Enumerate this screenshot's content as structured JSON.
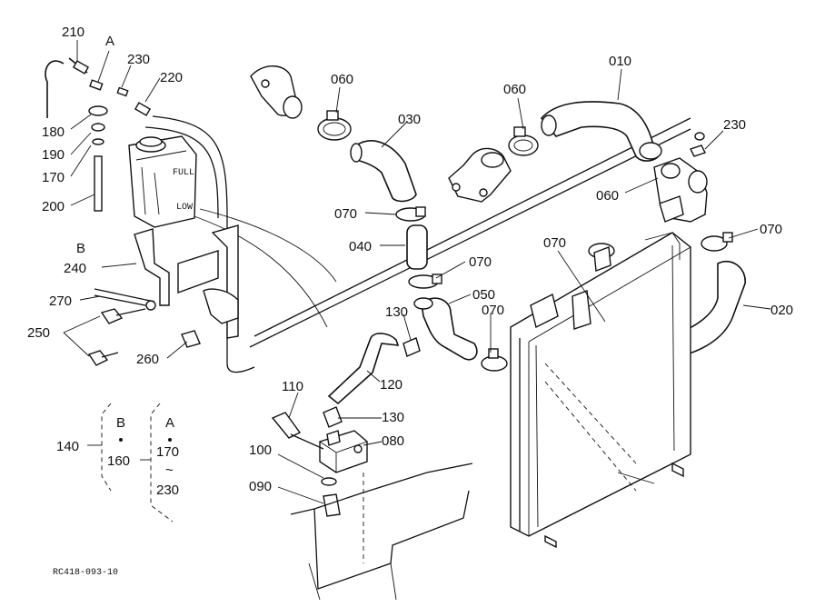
{
  "labels": {
    "p010": "010",
    "p020": "020",
    "p030": "030",
    "p040": "040",
    "p050": "050",
    "p060": "060",
    "p070": "070",
    "p080": "080",
    "p090": "090",
    "p100": "100",
    "p110": "110",
    "p120": "120",
    "p130": "130",
    "p140": "140",
    "p160": "160",
    "p170": "170",
    "p180": "180",
    "p190": "190",
    "p200": "200",
    "p210": "210",
    "p220": "220",
    "p230": "230",
    "p240": "240",
    "p250": "250",
    "p260": "260",
    "p270": "270",
    "refA": "A",
    "refB": "B"
  },
  "legend": {
    "group_label": "140",
    "b_letter": "B",
    "b_value": "160",
    "a_letter": "A",
    "a_from": "170",
    "a_tilde": "~",
    "a_to": "230"
  },
  "reference_code": "RC418-093-10"
}
